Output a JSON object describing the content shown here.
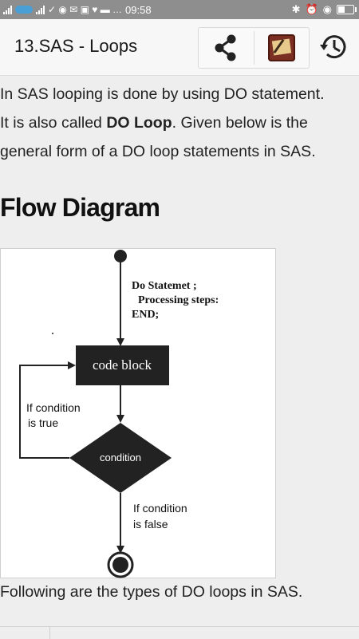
{
  "status_bar": {
    "time": "09:58",
    "battery_level": 0.45
  },
  "app_bar": {
    "title": "13.SAS - Loops",
    "share_icon": "share-icon",
    "book_icon": "book-icon",
    "history_icon": "history-icon"
  },
  "content": {
    "intro_part1": "In SAS looping is done by using DO statement.",
    "intro_part2": "It is also called ",
    "intro_bold": "DO Loop",
    "intro_part3": ". Given below is the",
    "intro_part4": "general form of a DO loop statements in SAS.",
    "heading": "Flow Diagram",
    "diagram": {
      "do_line1": "Do Statemet ;",
      "do_line2": "Processing steps:",
      "do_line3": "END;",
      "code_block": "code block",
      "true_line1": "If condition",
      "true_line2": "is true",
      "condition": "condition",
      "false_line1": "If condition",
      "false_line2": "is false"
    },
    "following": "Following are the types of DO loops in SAS."
  }
}
